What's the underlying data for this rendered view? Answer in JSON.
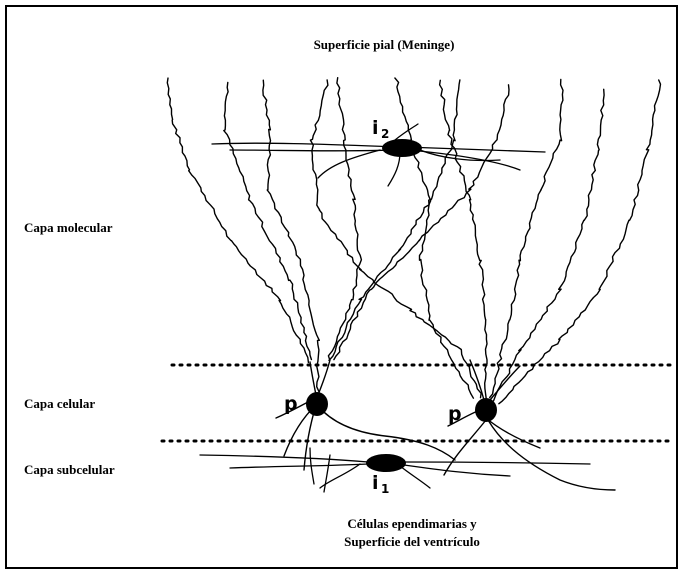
{
  "top_label": "Superficie pial (Meninge)",
  "layers": {
    "molecular": "Capa molecular",
    "celular": "Capa celular",
    "subcelular": "Capa subcelular"
  },
  "bottom_label": {
    "line1": "Células ependimarias y",
    "line2": "Superficie del ventrículo"
  },
  "cell_labels": {
    "p_left": "p",
    "p_right": "p",
    "i1": "i",
    "i1_sub": "1",
    "i2": "i",
    "i2_sub": "2"
  },
  "colors": {
    "ink": "#000000",
    "background": "#ffffff"
  }
}
